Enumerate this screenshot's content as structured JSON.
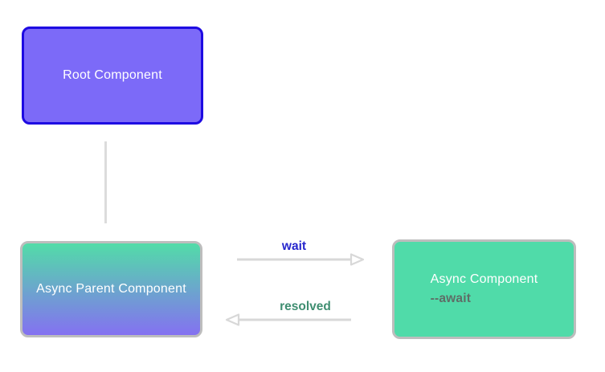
{
  "diagram": {
    "background": "#ffffff",
    "nodes": {
      "root": {
        "label": "Root Component",
        "fill": "#7c6af8",
        "border_color": "#1e0ae2",
        "text_color": "#ffffff"
      },
      "async_parent": {
        "label": "Async Parent Component",
        "fill_gradient_top": "#52dca8",
        "fill_gradient_bottom": "#8471f1",
        "border_color": "#bdbdbd",
        "text_color": "#ffffff"
      },
      "async_component": {
        "label": "Async Component",
        "sublabel": "--await",
        "fill": "#50dba9",
        "border_color": "#bdbdbd",
        "text_color": "#ffffff",
        "sublabel_color": "#5e6e67"
      }
    },
    "edges": {
      "root_to_parent": {
        "type": "plain-line",
        "color": "#dcdcdc"
      },
      "wait": {
        "label": "wait",
        "label_color": "#2626cd",
        "arrow_color": "#d8d8d8",
        "direction": "right"
      },
      "resolved": {
        "label": "resolved",
        "label_color": "#3f8e71",
        "arrow_color": "#d8d8d8",
        "direction": "left"
      }
    }
  }
}
